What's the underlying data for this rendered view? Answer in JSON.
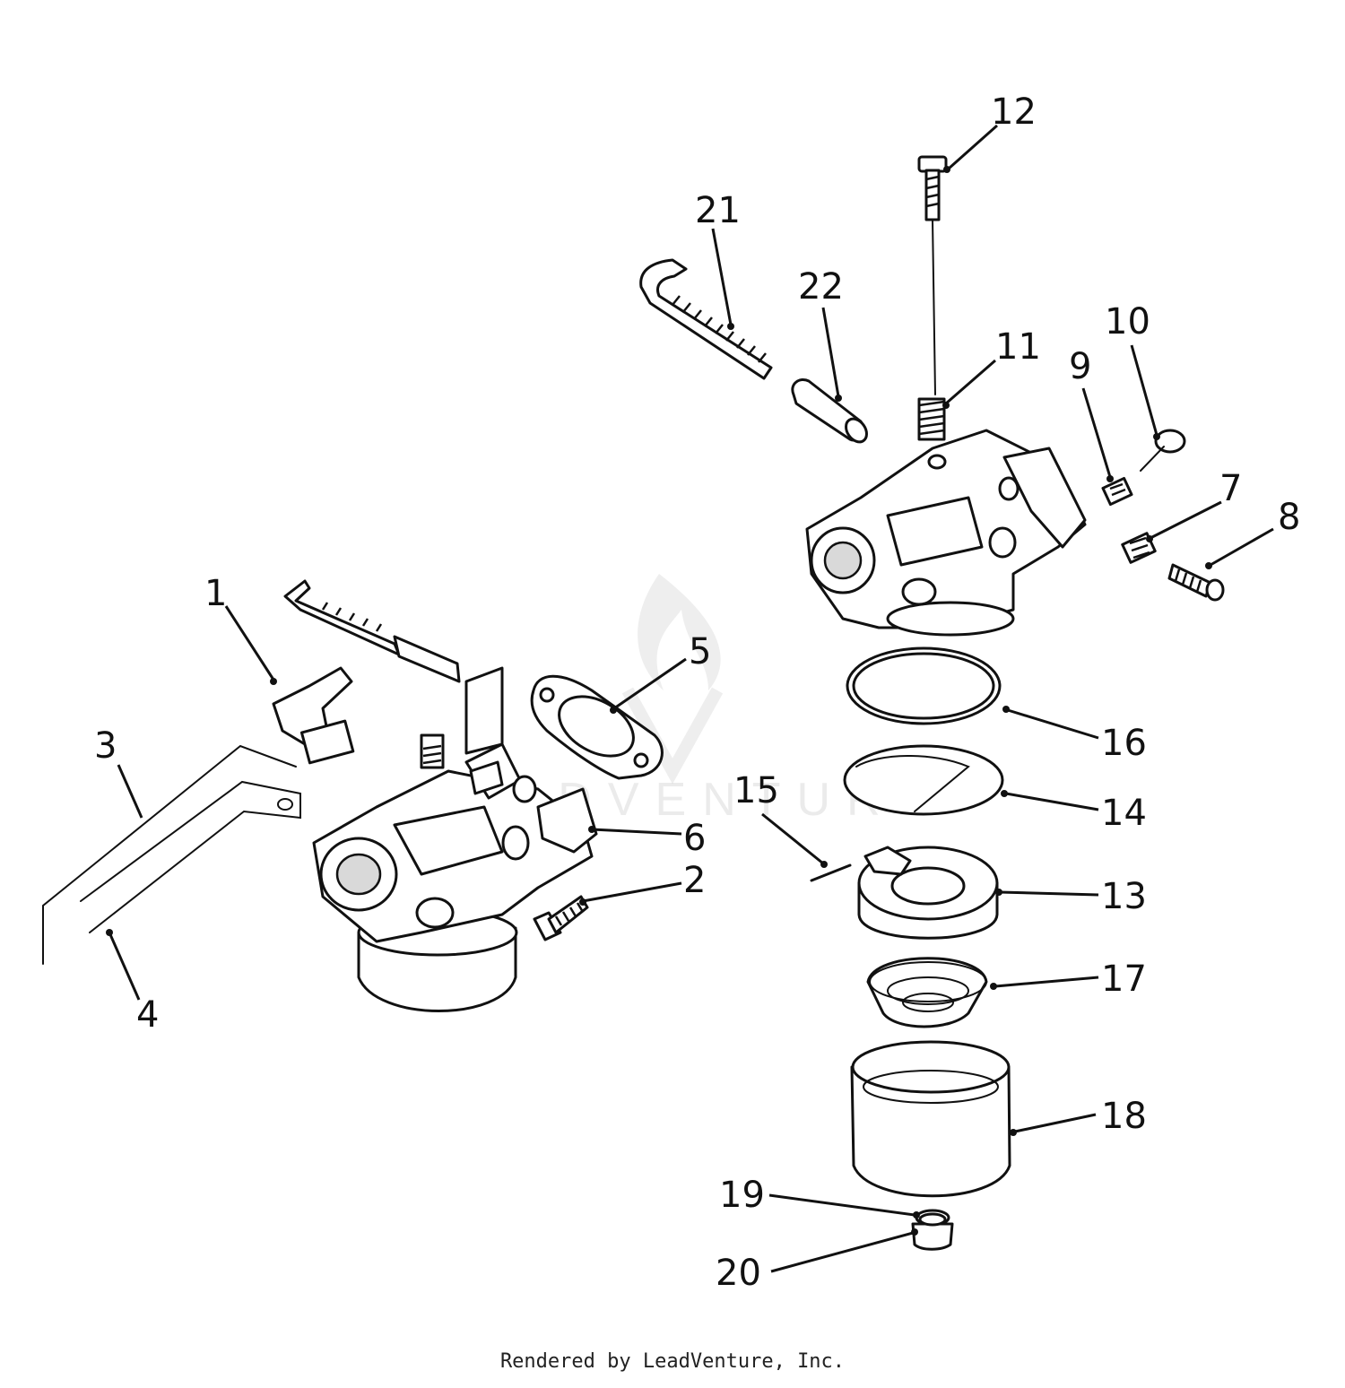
{
  "diagram": {
    "callouts": [
      "1",
      "2",
      "3",
      "4",
      "5",
      "6",
      "7",
      "8",
      "9",
      "10",
      "11",
      "12",
      "13",
      "14",
      "15",
      "16",
      "17",
      "18",
      "19",
      "20",
      "21",
      "22"
    ]
  },
  "watermark": "LEADVENTURE",
  "footer": {
    "credit": "Rendered by LeadVenture, Inc."
  },
  "colors": {
    "ink": "#111111",
    "background": "#ffffff"
  }
}
